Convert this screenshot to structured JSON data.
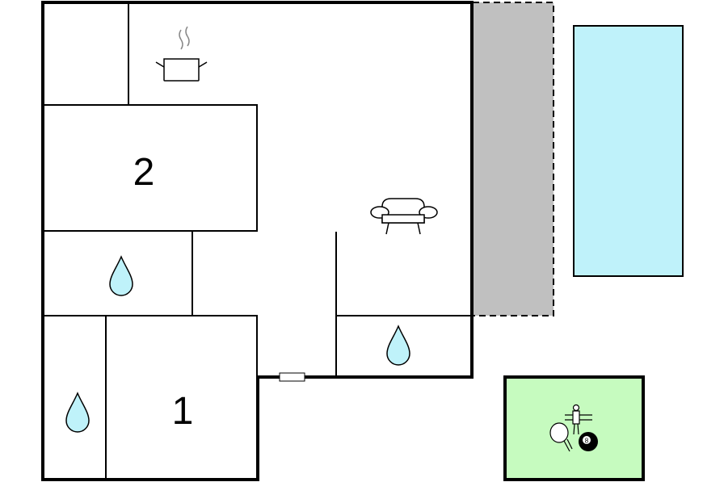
{
  "floorplan": {
    "rooms": [
      {
        "id": "bedroom-2",
        "label": "2"
      },
      {
        "id": "bedroom-1",
        "label": "1"
      }
    ],
    "icons": {
      "kitchen": "cooking-pot-icon",
      "living": "sofa-icon",
      "bathrooms": [
        "water-drop-icon",
        "water-drop-icon",
        "water-drop-icon"
      ],
      "games": [
        "foosball-icon",
        "ping-pong-icon",
        "billiard-ball-icon"
      ]
    },
    "billiard_ball_number": "8",
    "colors": {
      "pool": "#bff2fa",
      "terrace": "#c0c0c0",
      "games_room": "#c6fbbf",
      "water_drop": "#bff2fa",
      "wall": "#000000"
    }
  }
}
